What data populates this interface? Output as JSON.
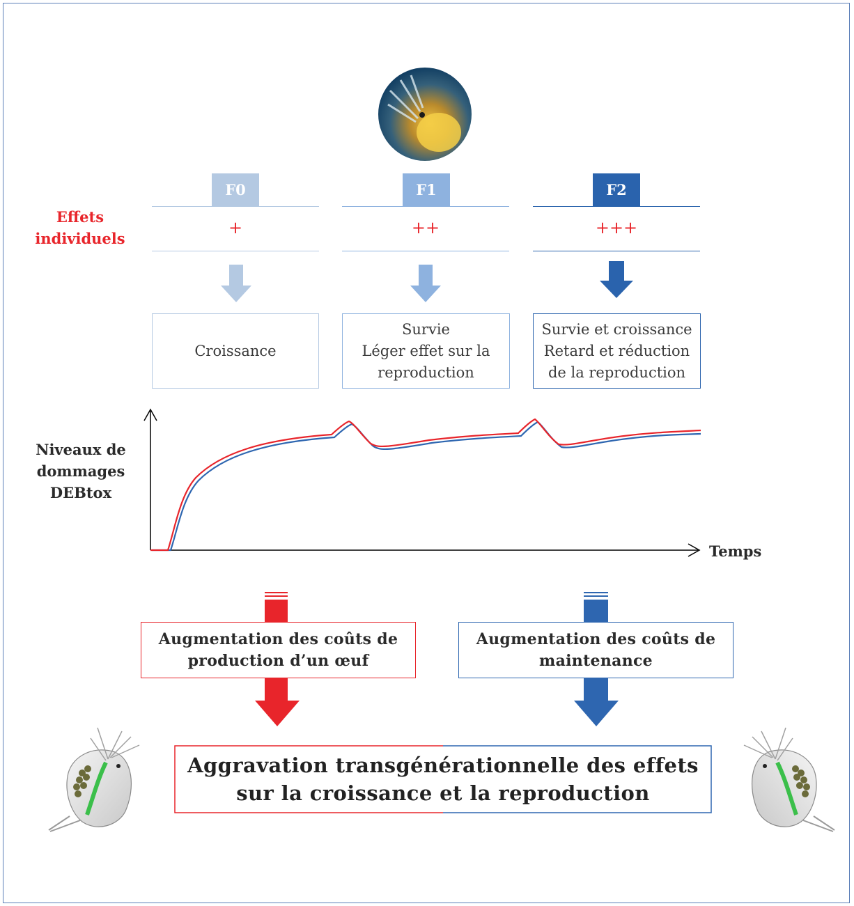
{
  "colors": {
    "f0": "#b4c9e2",
    "f1": "#8eb2df",
    "f2": "#2a63ad",
    "red": "#e8252b",
    "blue": "#2e66b0"
  },
  "generations": [
    {
      "label": "F0",
      "effect": "+",
      "outcome": [
        "Croissance"
      ]
    },
    {
      "label": "F1",
      "effect": "++",
      "outcome": [
        "Survie",
        "Léger effet sur la",
        "reproduction"
      ]
    },
    {
      "label": "F2",
      "effect": "+++",
      "outcome": [
        "Survie et croissance",
        "Retard et réduction",
        "de la reproduction"
      ]
    }
  ],
  "effets_label": [
    "Effets",
    "individuels"
  ],
  "yaxis_label": [
    "Niveaux de",
    "dommages",
    "DEBtox"
  ],
  "xaxis_label": "Temps",
  "costs": {
    "egg": [
      "Augmentation des coûts de",
      "production d’un œuf"
    ],
    "maintenance": [
      "Augmentation des coûts de",
      "maintenance"
    ]
  },
  "conclusion": [
    "Aggravation transgénérationnelle des effets",
    "sur la croissance et la reproduction"
  ],
  "icons": [
    "daphnia-photo-icon",
    "daphnia-left-icon",
    "daphnia-right-icon"
  ]
}
